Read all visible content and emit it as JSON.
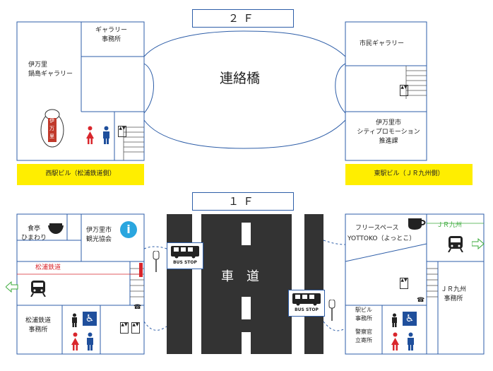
{
  "floor2": {
    "title": "２Ｆ",
    "gallery_office": "ギャラリー\n事務所",
    "imari_gallery": "伊万里\n鍋島ギャラリー",
    "bridge": "連絡橋",
    "citizen_gallery": "市民ギャラリー",
    "city_promo": "伊万里市\nシティプロモーション\n推進課",
    "west_building": "西駅ビル（松浦鉄道側）",
    "east_building": "東駅ビル（ＪＲ九州側）",
    "mascot_text": "伊\n万\n里"
  },
  "floor1": {
    "title": "１Ｆ",
    "restaurant": "食亭\nひまわり",
    "tourism": "伊万里市\n観光協会",
    "matsuura_line": "松浦鉄道",
    "matsuura_office": "松浦鉄道\n事務所",
    "road": "車　道",
    "bus_stop": "BUS STOP",
    "free_space": "フリースペース",
    "yottoko": "YOTTOKO（よっとこ）",
    "jr_kyushu": "ＪＲ九州",
    "jr_office": "ＪＲ九州\n事務所",
    "station_office": "駅ビル\n事務所",
    "police": "警察官\n立寄所"
  },
  "colors": {
    "wall": "#2e5ea8",
    "yellow": "#ffee00",
    "road": "#333333",
    "red": "#d9262c",
    "green": "#3aaa3a",
    "info": "#2aa6df"
  },
  "icons": [
    "toilet-male-icon",
    "toilet-female-icon",
    "wheelchair-icon",
    "elevator-icon",
    "stairs-icon",
    "phone-icon",
    "bus-icon",
    "bus-stop-sign-icon",
    "train-icon",
    "info-icon",
    "coffee-icon",
    "rice-bowl-icon",
    "arrow-icon"
  ]
}
